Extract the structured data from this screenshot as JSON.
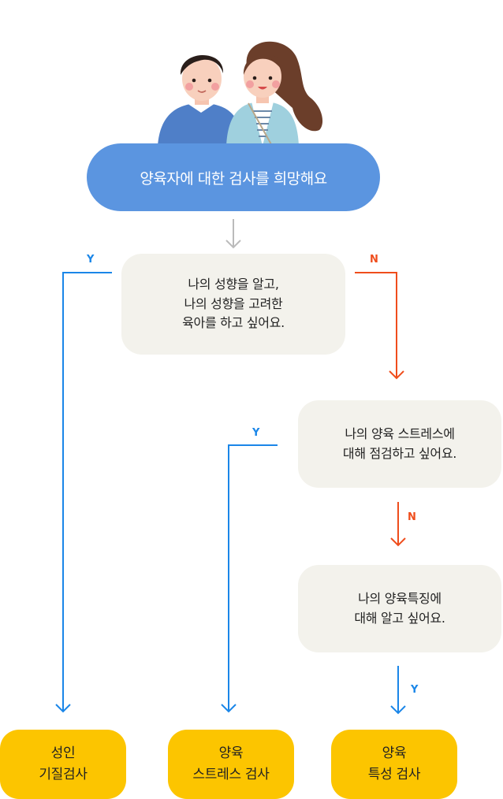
{
  "start": {
    "label": "양육자에 대한 검사를 희망해요"
  },
  "questions": [
    {
      "text": "나의 성향을 알고,\n나의 성향을 고려한\n육아를 하고 싶어요."
    },
    {
      "text": "나의 양육 스트레스에\n대해 점검하고 싶어요."
    },
    {
      "text": "나의 양육특징에\n대해 알고 싶어요."
    }
  ],
  "results": [
    {
      "text": "성인\n기질검사"
    },
    {
      "text": "양육\n스트레스 검사"
    },
    {
      "text": "양육\n특성 검사"
    }
  ],
  "branch_labels": {
    "yes": "Y",
    "no": "N"
  },
  "colors": {
    "yes": "#1a86e8",
    "no": "#ef4d1c",
    "start": "#5b95e0",
    "result": "#fcc500",
    "question": "#f3f2ec"
  }
}
